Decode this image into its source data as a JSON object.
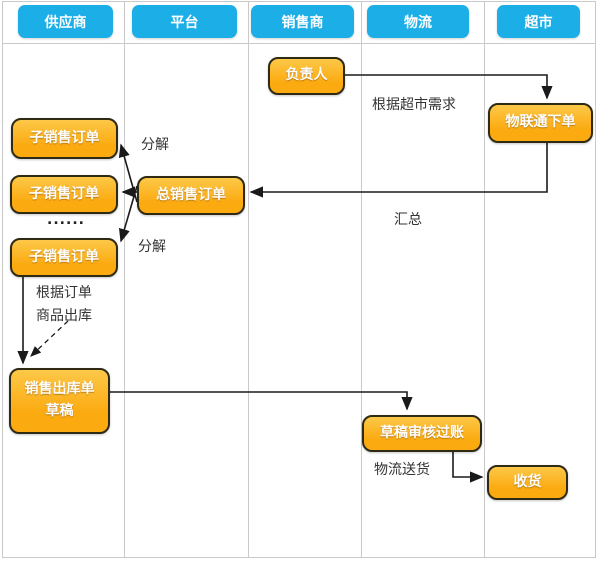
{
  "diagram": {
    "type": "swimlane-flowchart",
    "lanes": [
      {
        "label": "供应商"
      },
      {
        "label": "平台"
      },
      {
        "label": "销售商"
      },
      {
        "label": "物流"
      },
      {
        "label": "超市"
      }
    ],
    "nodes": {
      "manager": {
        "label": "负责人",
        "lane": "销售商"
      },
      "wlt_order": {
        "label": "物联通下单",
        "lane": "超市"
      },
      "sub_order_1": {
        "label": "子销售订单",
        "lane": "供应商"
      },
      "sub_order_2": {
        "label": "子销售订单",
        "lane": "供应商"
      },
      "sub_order_3": {
        "label": "子销售订单",
        "lane": "供应商"
      },
      "total_order": {
        "label": "总销售订单",
        "lane": "平台"
      },
      "outbound_draft": {
        "label": "销售出库单",
        "label2": "草稿",
        "lane": "供应商"
      },
      "draft_posting": {
        "label": "草稿审核过账",
        "lane": "物流"
      },
      "receive": {
        "label": "收货",
        "lane": "超市"
      }
    },
    "annotations": {
      "per_supermarket_demand": {
        "text": "根据超市需求"
      },
      "decompose_top": {
        "text": "分解"
      },
      "decompose_bottom": {
        "text": "分解"
      },
      "summarize": {
        "text": "汇总"
      },
      "ellipsis": {
        "text": "......"
      },
      "per_order": {
        "text": "根据订单"
      },
      "goods_outbound": {
        "text": "商品出库"
      },
      "logistics_delivery": {
        "text": "物流送货"
      }
    },
    "colors": {
      "lane_header_blue": "#1caee6",
      "node_orange_top": "#fdc848",
      "node_orange_bottom": "#fbaa10",
      "node_border": "#2f2a14",
      "node_text": "#ffffff",
      "arrow": "#1a1a1a",
      "grid": "#c9c9c9"
    }
  }
}
